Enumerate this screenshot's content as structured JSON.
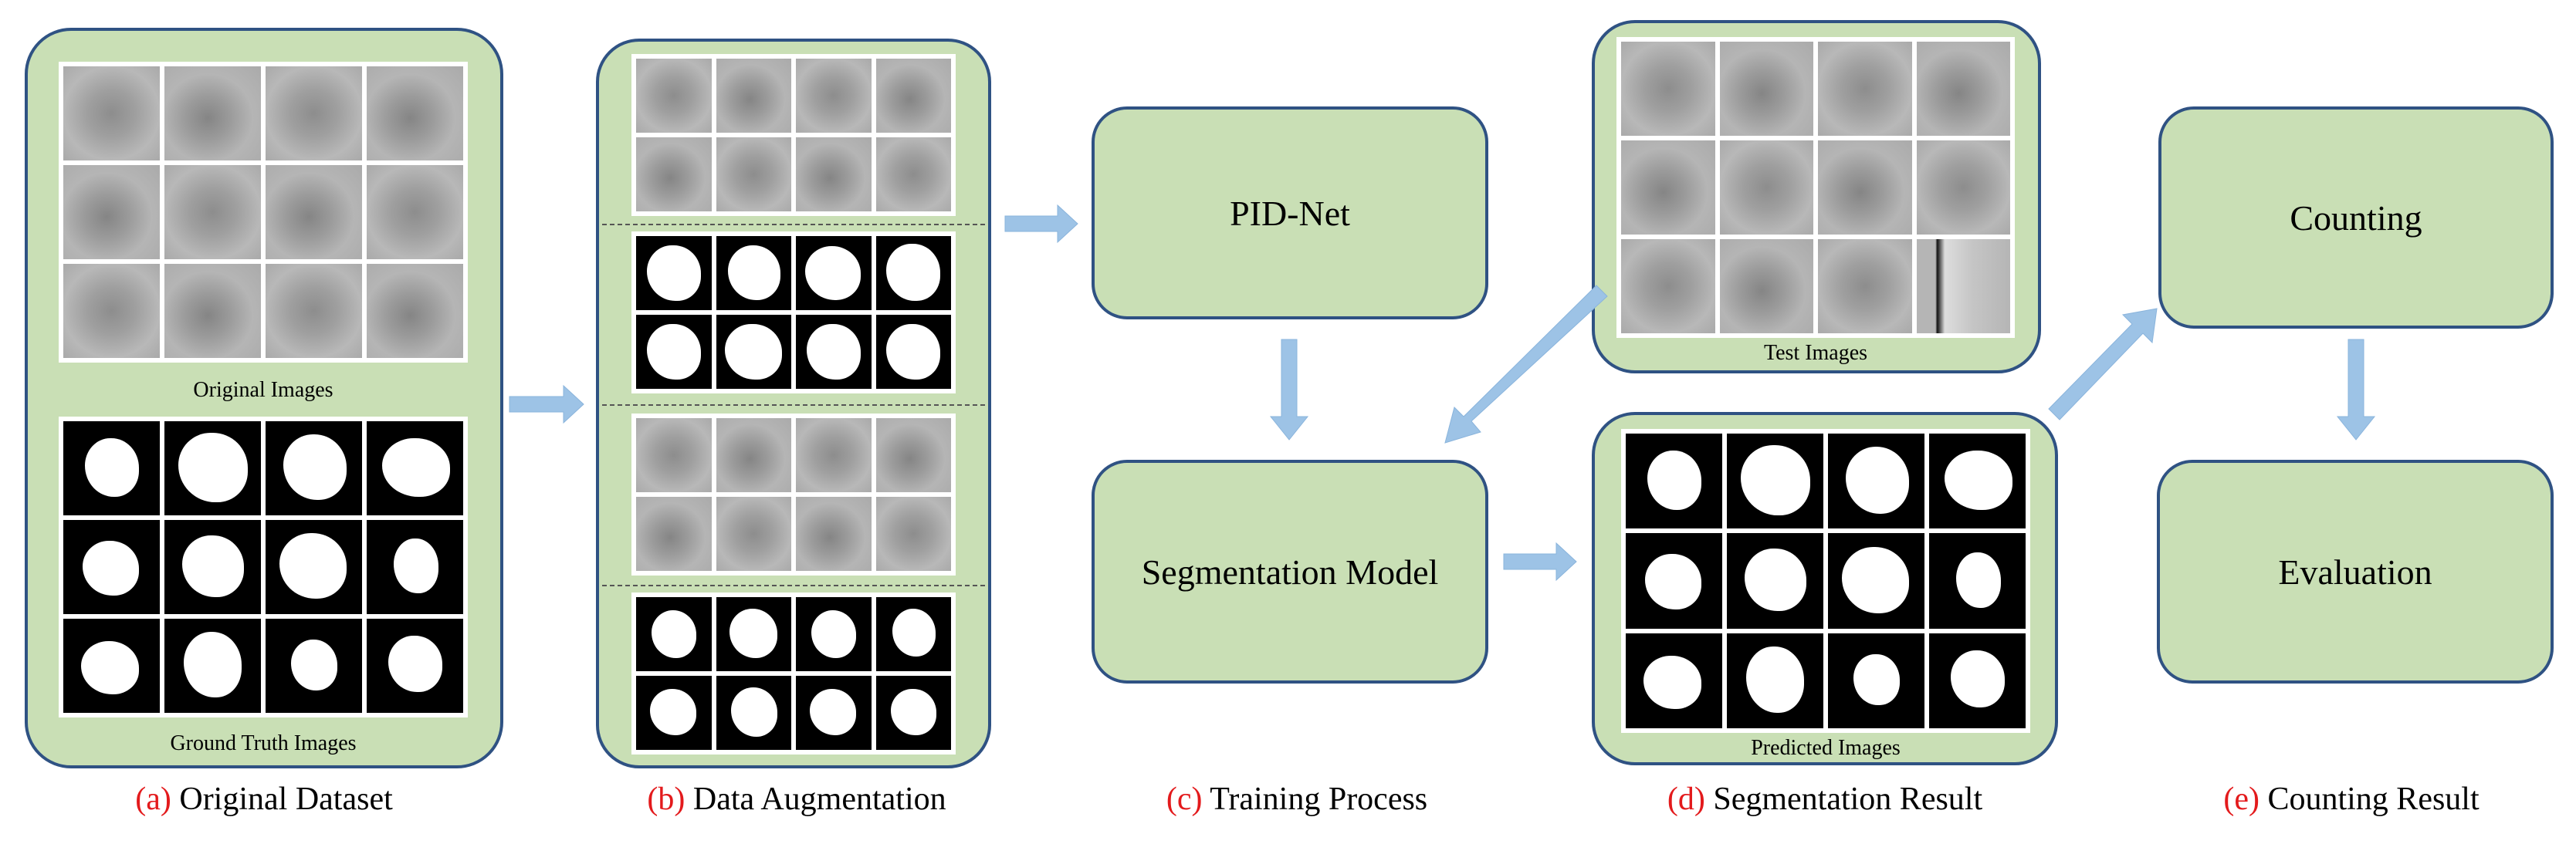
{
  "panels": {
    "a": {
      "caption_top": "Original Images",
      "caption_bottom": "Ground Truth Images",
      "label_tag": "(a)",
      "label_text": " Original Dataset"
    },
    "b": {
      "label_tag": "(b)",
      "label_text": " Data Augmentation"
    },
    "c": {
      "box_top": "PID-Net",
      "box_bottom": "Segmentation Model",
      "label_tag": "(c)",
      "label_text": " Training Process"
    },
    "d": {
      "caption_top": "Test Images",
      "caption_bottom": "Predicted Images",
      "label_tag": "(d)",
      "label_text": " Segmentation Result"
    },
    "e": {
      "box_top": "Counting",
      "box_bottom": "Evaluation",
      "label_tag": "(e)",
      "label_text": " Counting Result"
    }
  },
  "colors": {
    "panel_fill": "#c9dfb5",
    "panel_border": "#2f5283",
    "arrow": "#9dc3e6",
    "label_tag": "#e31a1c"
  }
}
